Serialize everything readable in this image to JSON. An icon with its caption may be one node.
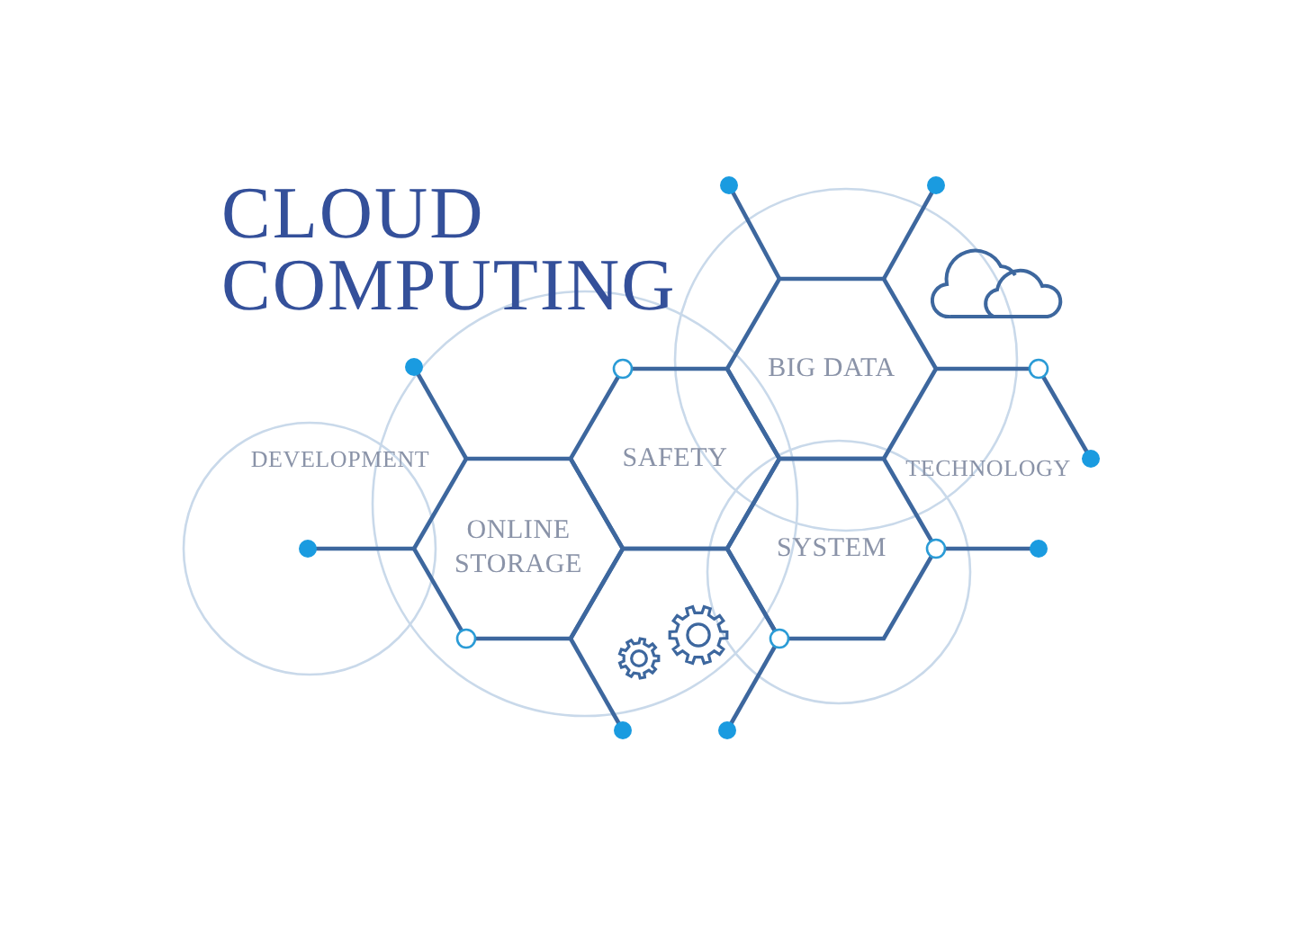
{
  "diagram": {
    "title": "CLOUD COMPUTING",
    "nodes": [
      {
        "text": [
          "BIG DATA"
        ]
      },
      {
        "text": [
          "SAFETY"
        ]
      },
      {
        "text": [
          "ONLINE STORAGE"
        ]
      },
      {
        "text": [
          "SYSTEM"
        ]
      },
      {
        "text": [],
        "shape": "picture"
      }
    ],
    "labels": [
      "DEVELOPMENT",
      "TECHNOLOGY"
    ]
  }
}
